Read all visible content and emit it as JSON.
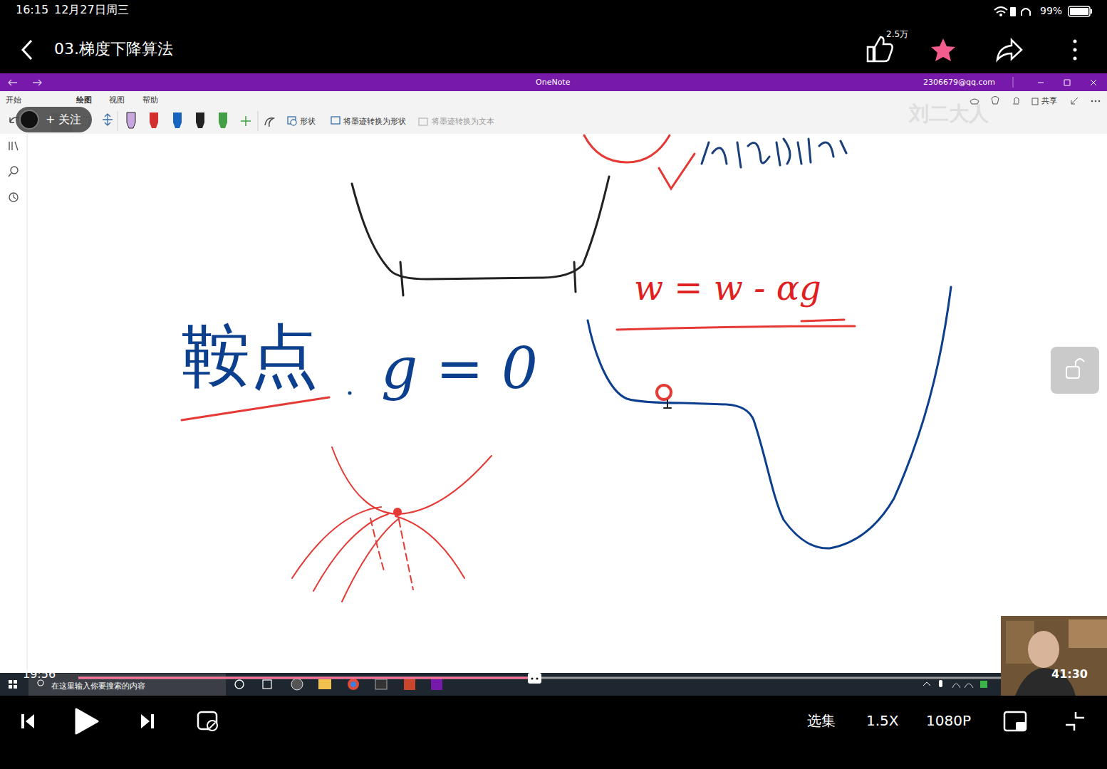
{
  "diagram": {
    "title": "03.梯度下降算法",
    "nodes": [
      {
        "text": [
          "+ 关注"
        ]
      }
    ],
    "labels": [
      "16:15",
      "12月27日周三",
      "99%",
      "2.5万",
      "OneNote",
      "2306679@qq.com",
      "开始",
      "绘图",
      "视图",
      "帮助",
      "共享",
      "形状",
      "将墨迹转换为形状",
      "将墨迹转换为文本",
      "刘二大人",
      "w = w - αg",
      "鞍点",
      "g = 0",
      "19:56",
      "在这里输入你要搜索的内容",
      "41:30",
      "选集",
      "1.5X",
      "1080P"
    ]
  }
}
